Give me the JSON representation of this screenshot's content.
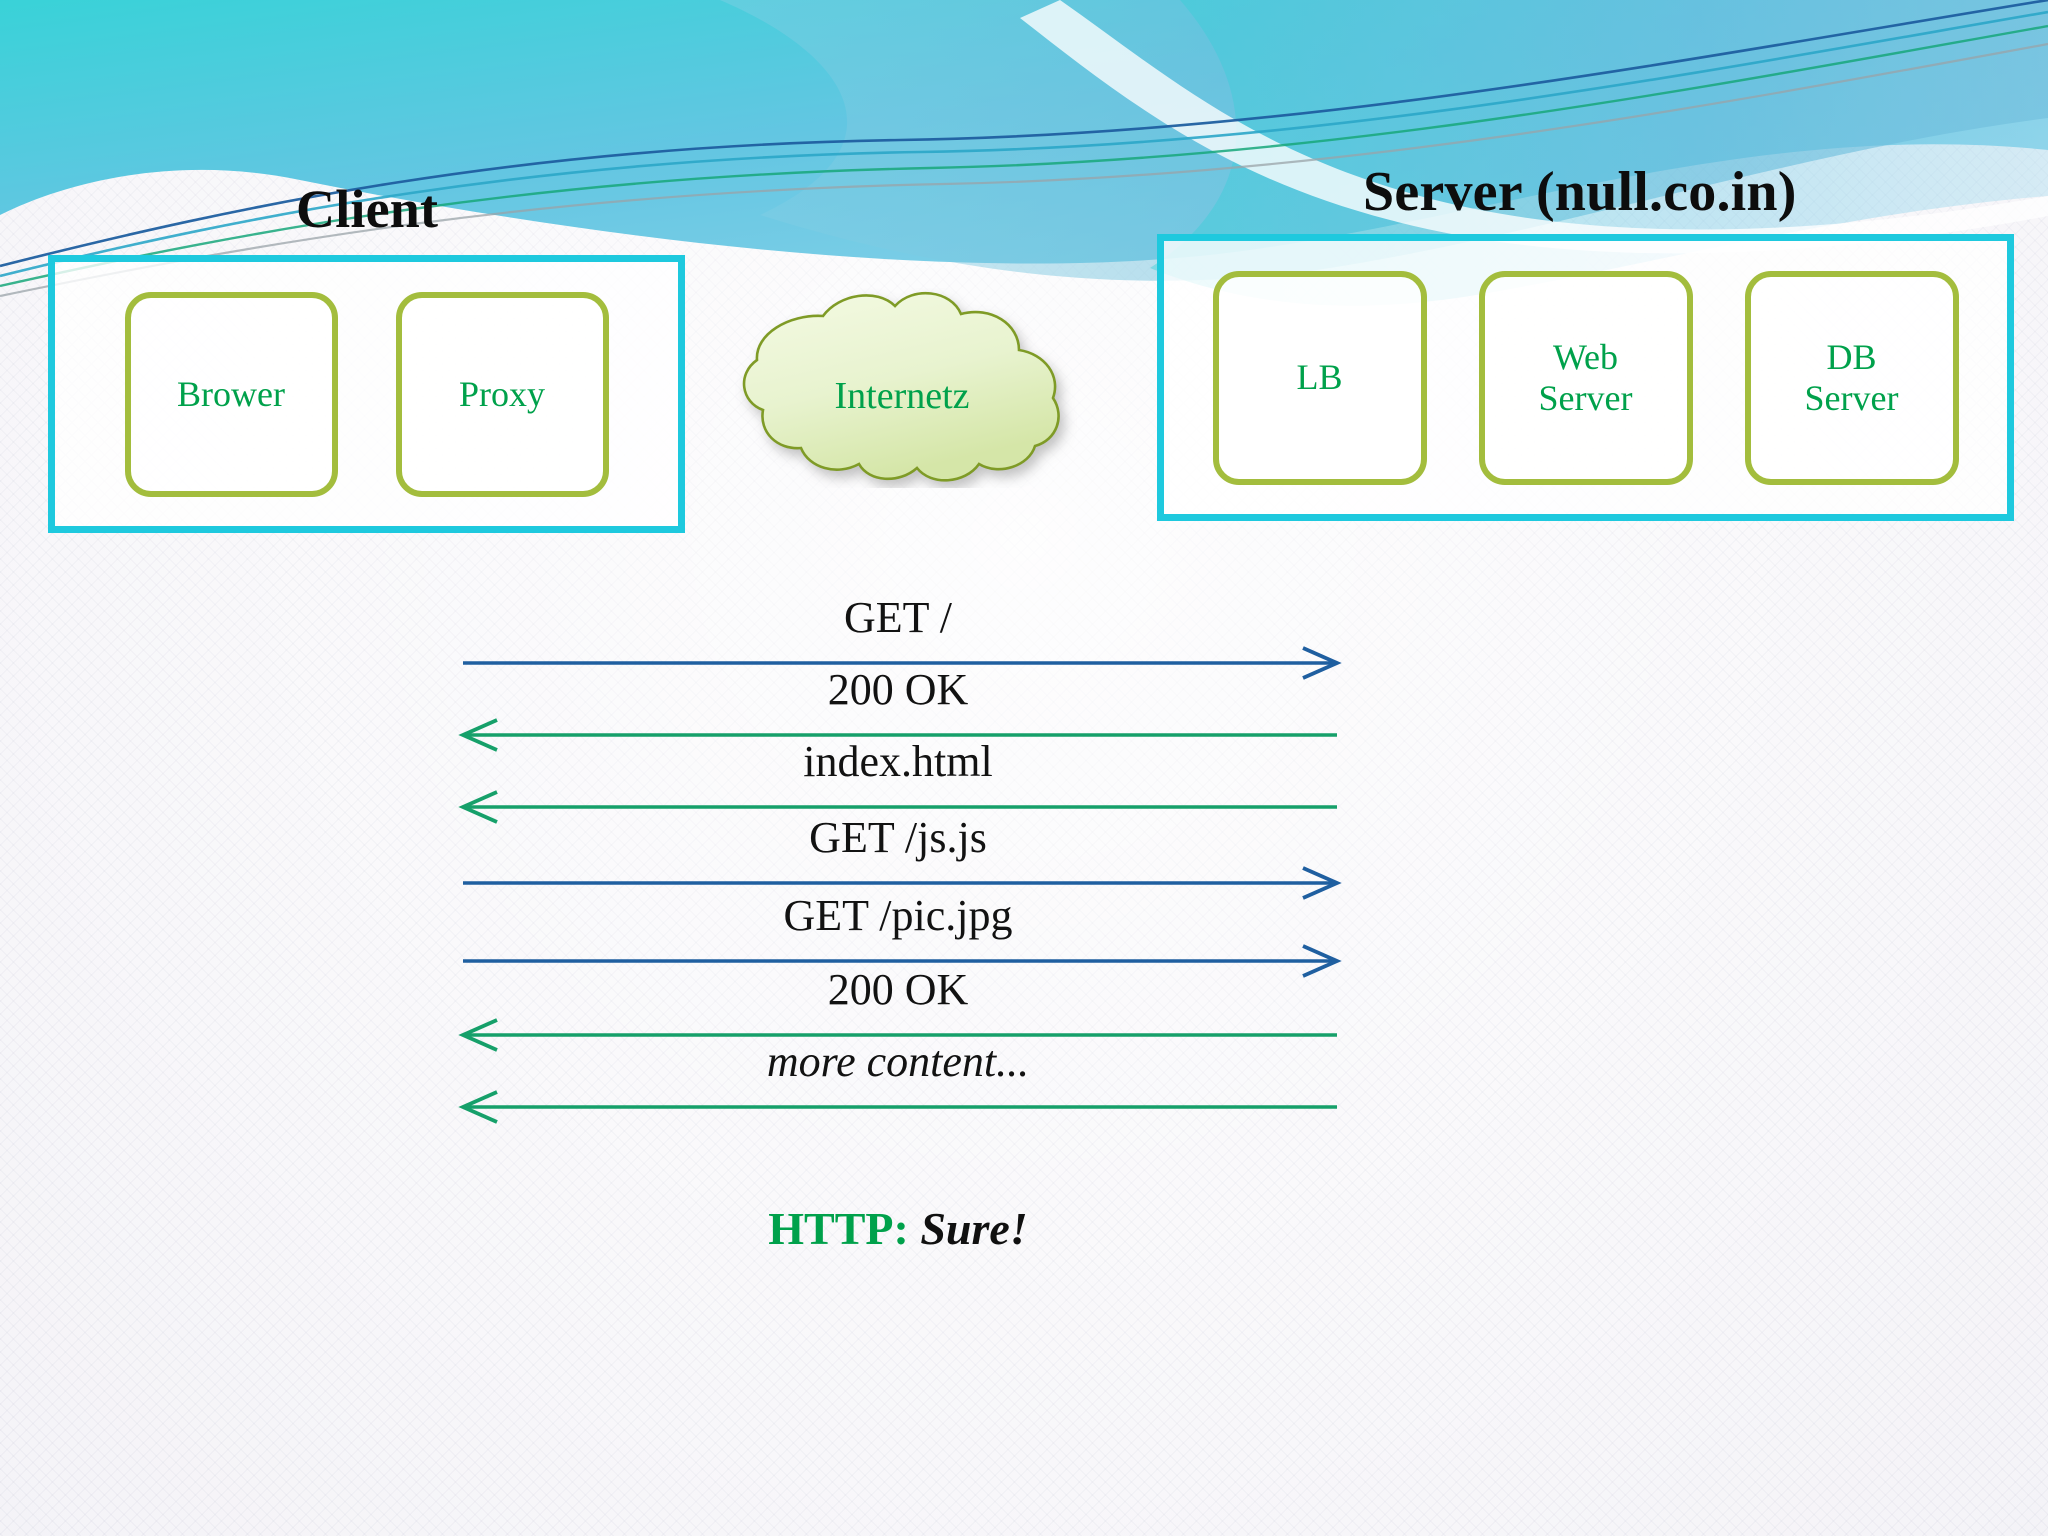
{
  "slide": {
    "client": {
      "title": "Client",
      "nodes": [
        {
          "label": "Brower"
        },
        {
          "label": "Proxy"
        }
      ]
    },
    "internet": {
      "label": "Internetz"
    },
    "server": {
      "title": "Server (null.co.in)",
      "nodes": [
        {
          "label": "LB"
        },
        {
          "label": "Web\nServer"
        },
        {
          "label": "DB\nServer"
        }
      ]
    },
    "messages": [
      {
        "label": "GET /",
        "direction": "right",
        "color": "#1f5fa0",
        "italic": false
      },
      {
        "label": "200 OK",
        "direction": "left",
        "color": "#16a06a",
        "italic": false
      },
      {
        "label": "index.html",
        "direction": "left",
        "color": "#16a06a",
        "italic": false
      },
      {
        "label": "GET /js.js",
        "direction": "right",
        "color": "#1f5fa0",
        "italic": false
      },
      {
        "label": "GET /pic.jpg",
        "direction": "right",
        "color": "#1f5fa0",
        "italic": false
      },
      {
        "label": "200 OK",
        "direction": "left",
        "color": "#16a06a",
        "italic": false
      },
      {
        "label": "more content...",
        "direction": "left",
        "color": "#16a06a",
        "italic": true
      }
    ],
    "footer": {
      "protocol": "HTTP:",
      "answer": "Sure!"
    },
    "colors": {
      "group_border": "#1ec9de",
      "node_border": "#a3bd3d",
      "node_text": "#00a14b",
      "cloud_fill_light": "#f2f8dd",
      "cloud_fill_dark": "#d8e8ae",
      "cloud_stroke": "#7f9b26",
      "arrow_request": "#1f5fa0",
      "arrow_response": "#16a06a",
      "header_cyan": "#4fd0de",
      "header_blue": "#7ec4e8"
    }
  }
}
